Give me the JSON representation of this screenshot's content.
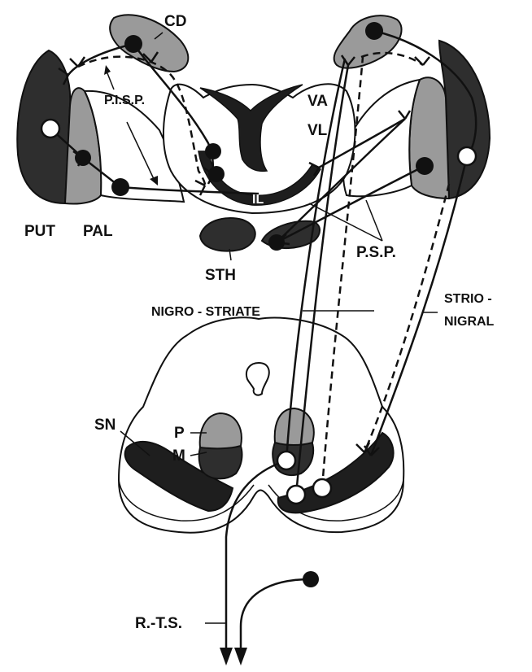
{
  "labels": {
    "cd": "CD",
    "pisp": "P.I.S.P.",
    "va": "VA",
    "vl": "VL",
    "il": "IL",
    "put": "PUT",
    "pal": "PAL",
    "sth": "STH",
    "psp": "P.S.P.",
    "nigro_striate": "NIGRO - STRIATE",
    "strio": "STRIO -",
    "nigral": "NIGRAL",
    "sn": "SN",
    "p": "P",
    "m": "M",
    "rts": "R.-T.S."
  },
  "colors": {
    "black": "#111111",
    "dark_gray": "#2e2e2e",
    "mid_gray": "#7a7a7a",
    "light_gray": "#a8a8a8",
    "white": "#ffffff"
  }
}
